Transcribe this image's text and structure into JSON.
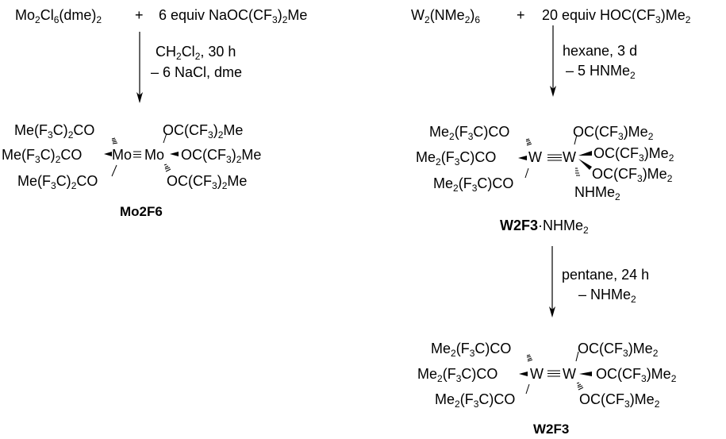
{
  "scheme": {
    "left": {
      "reactant1": [
        "Mo",
        "2",
        "Cl",
        "6",
        "(dme)",
        "2"
      ],
      "plus": "+",
      "reactant2": [
        "6 equiv NaOC(CF",
        "3",
        ")",
        "2",
        "Me"
      ],
      "conditions": {
        "line1": [
          "CH",
          "2",
          "Cl",
          "2",
          ", 30 h"
        ],
        "line2": "– 6 NaCl, dme"
      },
      "product": {
        "left_ligands": [
          [
            "Me(F",
            "3",
            "C)",
            "2",
            "CO"
          ],
          [
            "Me(F",
            "3",
            "C)",
            "2",
            "CO"
          ],
          [
            "Me(F",
            "3",
            "C)",
            "2",
            "CO"
          ]
        ],
        "metal_left": "Mo",
        "triple_bond": "≡",
        "metal_right": "Mo",
        "right_ligands": [
          [
            "OC(CF",
            "3",
            ")",
            "2",
            "Me"
          ],
          [
            "OC(CF",
            "3",
            ")",
            "2",
            "Me"
          ],
          [
            "OC(CF",
            "3",
            ")",
            "2",
            "Me"
          ]
        ],
        "label": "Mo2F6"
      }
    },
    "right": {
      "reactant1": [
        "W",
        "2",
        "(NMe",
        "2",
        ")",
        "6"
      ],
      "plus": "+",
      "reactant2": [
        "20 equiv HOC(CF",
        "3",
        ")Me",
        "2"
      ],
      "conditions1": {
        "line1": "hexane, 3 d",
        "line2": [
          "– 5 HNMe",
          "2"
        ]
      },
      "intermediate": {
        "left_ligands": [
          [
            "Me",
            "2",
            "(F",
            "3",
            "C)CO"
          ],
          [
            "Me",
            "2",
            "(F",
            "3",
            "C)CO"
          ],
          [
            "Me",
            "2",
            "(F",
            "3",
            "C)CO"
          ]
        ],
        "metal_left": "W",
        "metal_right": "W",
        "right_ligands": [
          [
            "OC(CF",
            "3",
            ")Me",
            "2"
          ],
          [
            "OC(CF",
            "3",
            ")Me",
            "2"
          ],
          [
            "OC(CF",
            "3",
            ")Me",
            "2"
          ]
        ],
        "amine": [
          "NHMe",
          "2"
        ],
        "label_bold": "W2F3",
        "label_suffix": [
          "·NHMe",
          "2"
        ]
      },
      "conditions2": {
        "line1": "pentane, 24 h",
        "line2": [
          "– NHMe",
          "2"
        ]
      },
      "product": {
        "left_ligands": [
          [
            "Me",
            "2",
            "(F",
            "3",
            "C)CO"
          ],
          [
            "Me",
            "2",
            "(F",
            "3",
            "C)CO"
          ],
          [
            "Me",
            "2",
            "(F",
            "3",
            "C)CO"
          ]
        ],
        "metal_left": "W",
        "metal_right": "W",
        "right_ligands": [
          [
            "OC(CF",
            "3",
            ")Me",
            "2"
          ],
          [
            "OC(CF",
            "3",
            ")Me",
            "2"
          ],
          [
            "OC(CF",
            "3",
            ")Me",
            "2"
          ]
        ],
        "label": "W2F3"
      }
    }
  }
}
